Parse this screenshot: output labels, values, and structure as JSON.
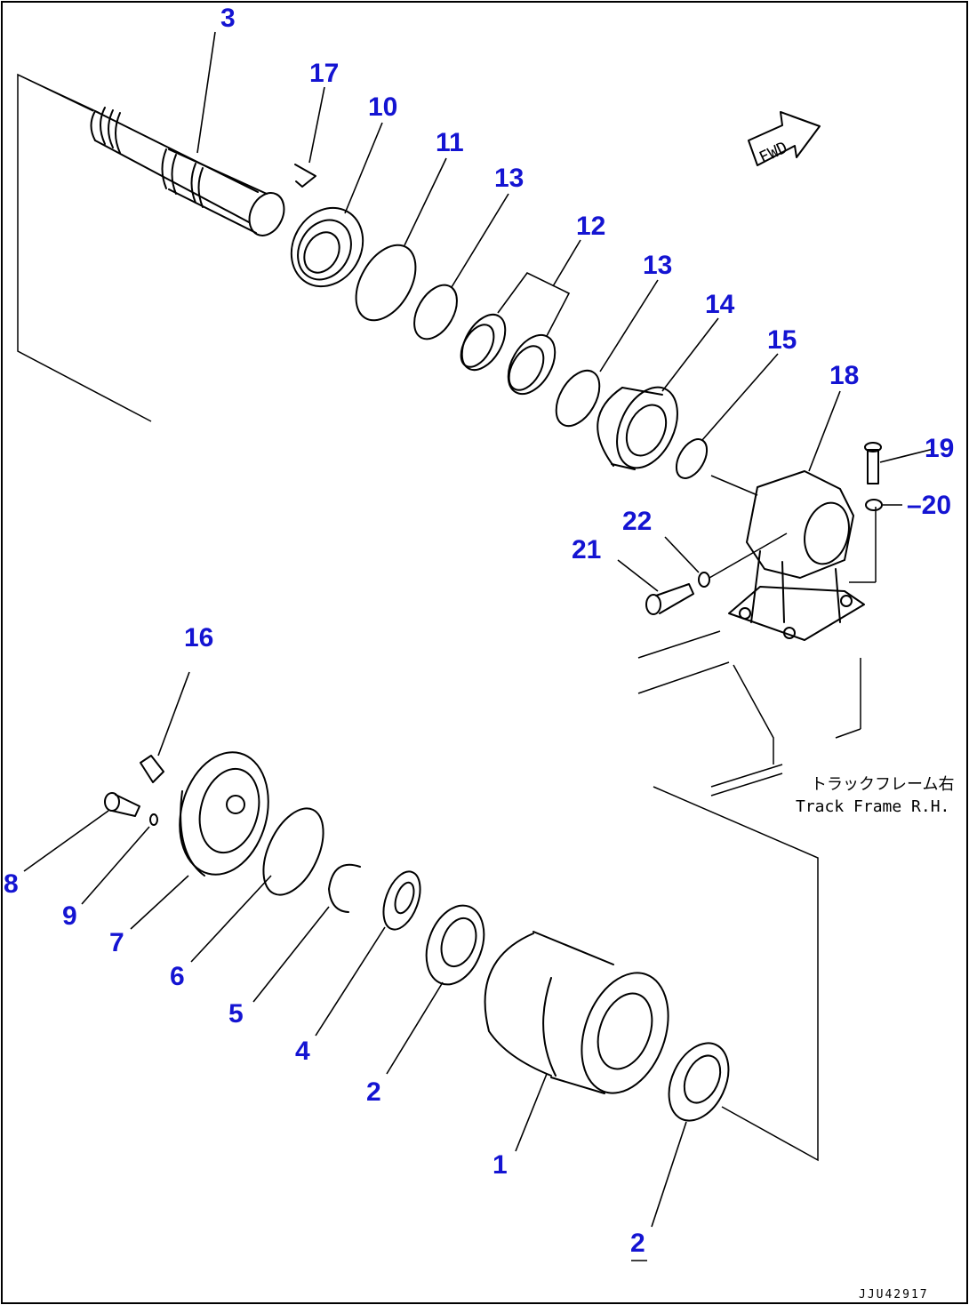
{
  "colors": {
    "callout": "#1414d2",
    "line": "#000000",
    "background": "#ffffff"
  },
  "callouts": [
    {
      "id": "c3",
      "text": "3"
    },
    {
      "id": "c17",
      "text": "17"
    },
    {
      "id": "c10",
      "text": "10"
    },
    {
      "id": "c11",
      "text": "11"
    },
    {
      "id": "c13a",
      "text": "13"
    },
    {
      "id": "c12",
      "text": "12"
    },
    {
      "id": "c13b",
      "text": "13"
    },
    {
      "id": "c14",
      "text": "14"
    },
    {
      "id": "c15",
      "text": "15"
    },
    {
      "id": "c18",
      "text": "18"
    },
    {
      "id": "c19",
      "text": "19"
    },
    {
      "id": "c20",
      "text": "–20"
    },
    {
      "id": "c22",
      "text": "22"
    },
    {
      "id": "c21",
      "text": "21"
    },
    {
      "id": "c16",
      "text": "16"
    },
    {
      "id": "c8",
      "text": "8"
    },
    {
      "id": "c9",
      "text": "9"
    },
    {
      "id": "c7",
      "text": "7"
    },
    {
      "id": "c6",
      "text": "6"
    },
    {
      "id": "c5",
      "text": "5"
    },
    {
      "id": "c4",
      "text": "4"
    },
    {
      "id": "c2a",
      "text": "2"
    },
    {
      "id": "c1",
      "text": "1"
    },
    {
      "id": "c2b",
      "text": "2"
    }
  ],
  "track_frame_label_jp": "トラックフレーム右",
  "track_frame_label_en": "Track Frame R.H.",
  "fwd_arrow_text": "FWD",
  "drawing_code": "JJU42917"
}
